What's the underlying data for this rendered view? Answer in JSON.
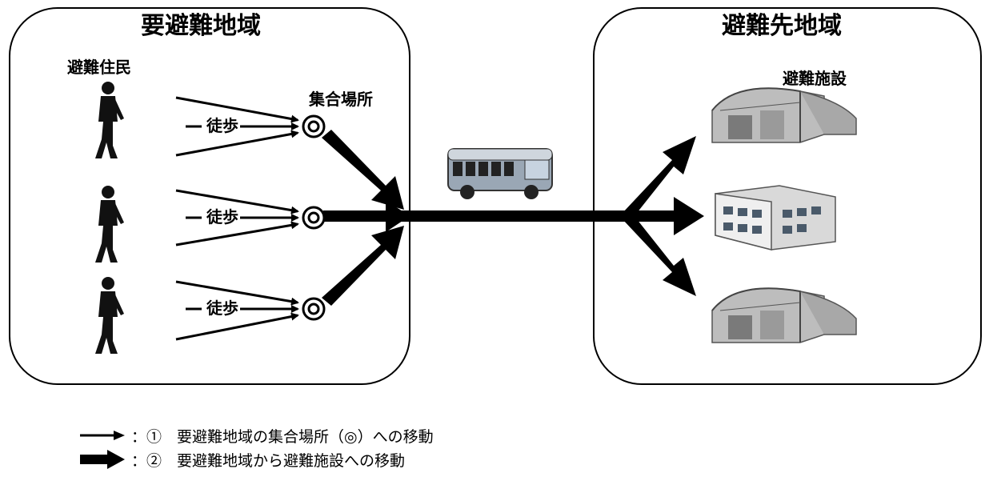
{
  "left_region": {
    "title": "要避難地域",
    "residents_label": "避難住民",
    "assembly_label": "集合場所",
    "walk_label": "徒歩"
  },
  "right_region": {
    "title": "避難先地域",
    "facility_label": "避難施設"
  },
  "legend": [
    {
      "marker": "thin-arrow",
      "text": "：①　要避難地域の集合場所（◎）への移動"
    },
    {
      "marker": "thick-arrow",
      "text": "：②　要避難地域から避難施設への移動"
    }
  ],
  "colors": {
    "line": "#000000",
    "building": "#8a8a8a",
    "building_light": "#d8d8d8"
  }
}
